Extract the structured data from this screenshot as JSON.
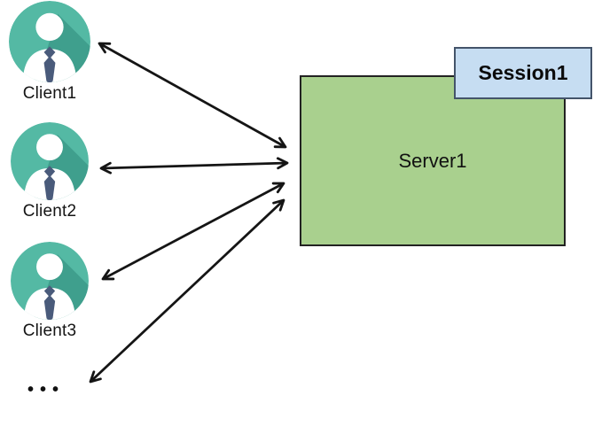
{
  "clients": [
    {
      "label": "Client1"
    },
    {
      "label": "Client2"
    },
    {
      "label": "Client3"
    }
  ],
  "more_clients_ellipsis": "•••",
  "server": {
    "label": "Server1"
  },
  "session": {
    "label": "Session1"
  },
  "connections": [
    {
      "from": "Client1",
      "to": "Server1",
      "bidirectional": true
    },
    {
      "from": "Client2",
      "to": "Server1",
      "bidirectional": true
    },
    {
      "from": "Client3",
      "to": "Server1",
      "bidirectional": true
    },
    {
      "from": "more-clients-ellipsis",
      "to": "Server1",
      "bidirectional": true
    }
  ],
  "colors": {
    "avatar_teal": "#54b9a4",
    "avatar_shadow": "#3f9f8d",
    "avatar_tie": "#4a5b7b",
    "server_fill": "#a9d08e",
    "server_border": "#222222",
    "session_fill": "#c6ddf2",
    "session_border": "#44546a",
    "arrow": "#151515"
  },
  "icons": {
    "client": "person-avatar-icon"
  }
}
